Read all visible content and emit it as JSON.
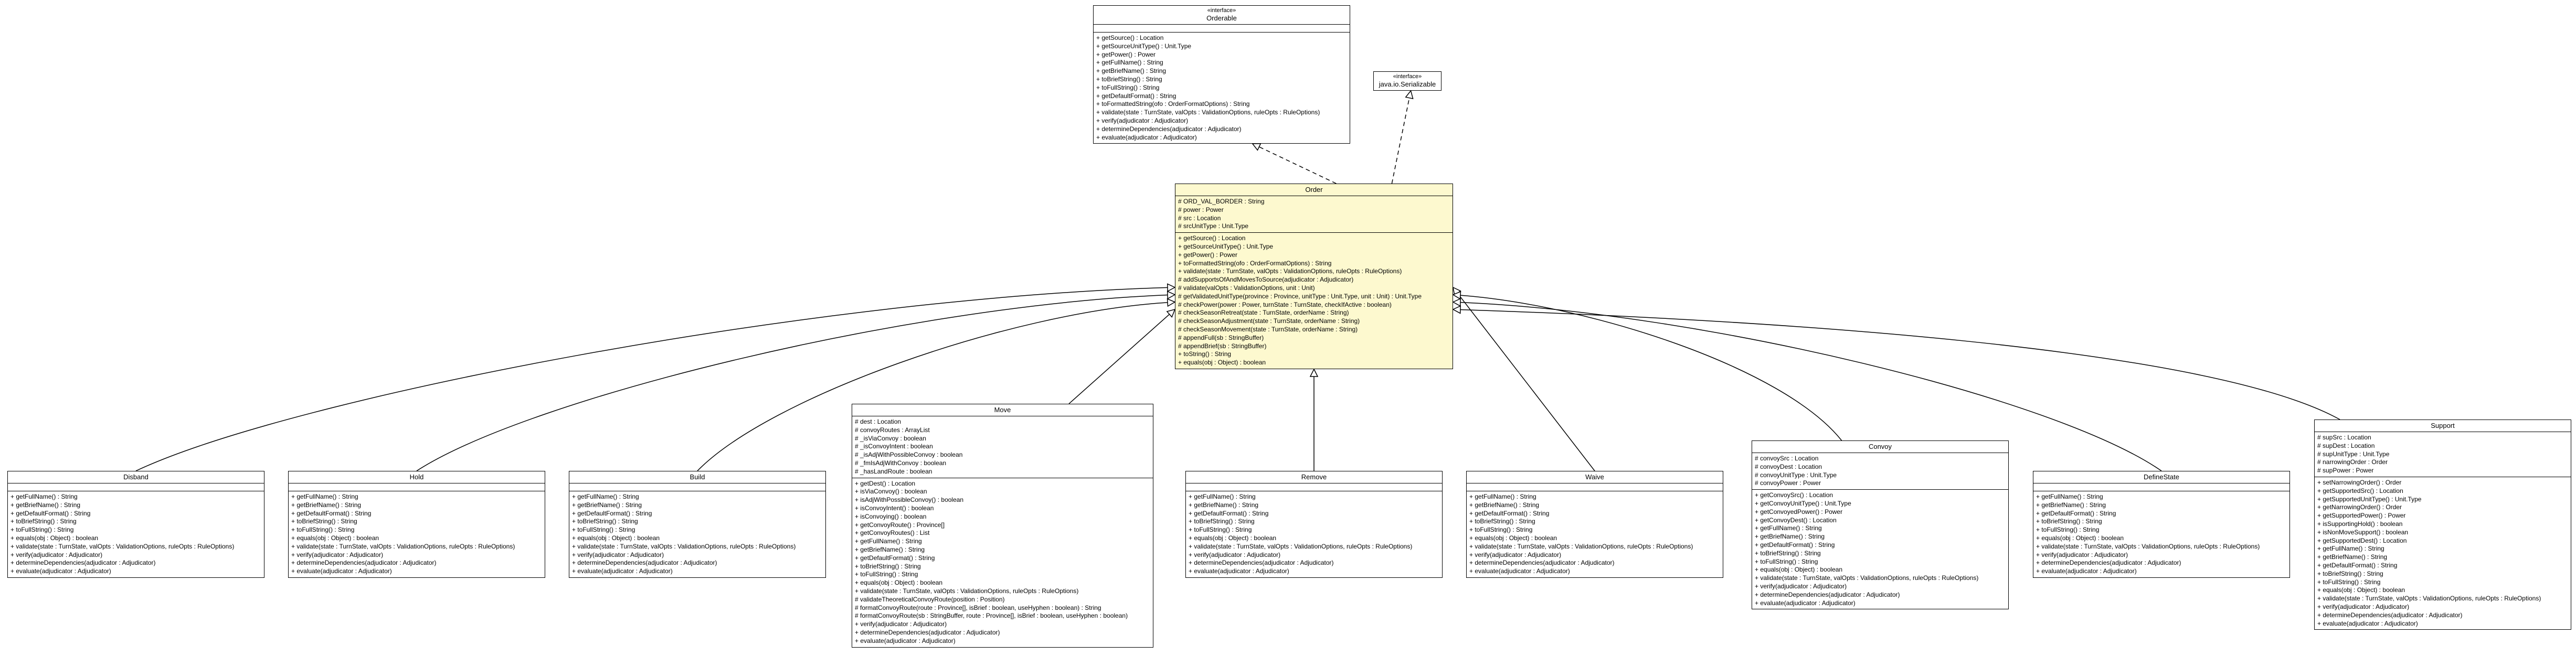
{
  "diagram": {
    "classes": [
      {
        "id": "orderable",
        "stereotype": "«interface»",
        "name": "Orderable",
        "attributes": [],
        "operations": [
          "+ getSource() : Location",
          "+ getSourceUnitType() : Unit.Type",
          "+ getPower() : Power",
          "+ getFullName() : String",
          "+ getBriefName() : String",
          "+ toBriefString() : String",
          "+ toFullString() : String",
          "+ getDefaultFormat() : String",
          "+ toFormattedString(ofo : OrderFormatOptions) : String",
          "+ validate(state : TurnState, valOpts : ValidationOptions, ruleOpts : RuleOptions)",
          "+ verify(adjudicator : Adjudicator)",
          "+ determineDependencies(adjudicator : Adjudicator)",
          "+ evaluate(adjudicator : Adjudicator)"
        ]
      },
      {
        "id": "serializable",
        "stereotype": "«interface»",
        "name": "java.io.Serializable",
        "attributes": null,
        "operations": null
      },
      {
        "id": "order",
        "stereotype": "",
        "name": "Order",
        "attributes": [
          "# ORD_VAL_BORDER : String",
          "# power : Power",
          "# src : Location",
          "# srcUnitType : Unit.Type"
        ],
        "operations": [
          "+ getSource() : Location",
          "+ getSourceUnitType() : Unit.Type",
          "+ getPower() : Power",
          "+ toFormattedString(ofo : OrderFormatOptions) : String",
          "+ validate(state : TurnState, valOpts : ValidationOptions, ruleOpts : RuleOptions)",
          "# addSupportsOfAndMovesToSource(adjudicator : Adjudicator)",
          "# validate(valOpts : ValidationOptions, unit : Unit)",
          "# getValidatedUnitType(province : Province, unitType : Unit.Type, unit : Unit) : Unit.Type",
          "# checkPower(power : Power, turnState : TurnState, checkIfActive : boolean)",
          "# checkSeasonRetreat(state : TurnState, orderName : String)",
          "# checkSeasonAdjustment(state : TurnState, orderName : String)",
          "# checkSeasonMovement(state : TurnState, orderName : String)",
          "# appendFull(sb : StringBuffer)",
          "# appendBrief(sb : StringBuffer)",
          "+ toString() : String",
          "+ equals(obj : Object) : boolean"
        ]
      },
      {
        "id": "disband",
        "stereotype": "",
        "name": "Disband",
        "attributes": [],
        "operations": [
          "+ getFullName() : String",
          "+ getBriefName() : String",
          "+ getDefaultFormat() : String",
          "+ toBriefString() : String",
          "+ toFullString() : String",
          "+ equals(obj : Object) : boolean",
          "+ validate(state : TurnState, valOpts : ValidationOptions, ruleOpts : RuleOptions)",
          "+ verify(adjudicator : Adjudicator)",
          "+ determineDependencies(adjudicator : Adjudicator)",
          "+ evaluate(adjudicator : Adjudicator)"
        ]
      },
      {
        "id": "hold",
        "stereotype": "",
        "name": "Hold",
        "attributes": [],
        "operations": [
          "+ getFullName() : String",
          "+ getBriefName() : String",
          "+ getDefaultFormat() : String",
          "+ toBriefString() : String",
          "+ toFullString() : String",
          "+ equals(obj : Object) : boolean",
          "+ validate(state : TurnState, valOpts : ValidationOptions, ruleOpts : RuleOptions)",
          "+ verify(adjudicator : Adjudicator)",
          "+ determineDependencies(adjudicator : Adjudicator)",
          "+ evaluate(adjudicator : Adjudicator)"
        ]
      },
      {
        "id": "build",
        "stereotype": "",
        "name": "Build",
        "attributes": [],
        "operations": [
          "+ getFullName() : String",
          "+ getBriefName() : String",
          "+ getDefaultFormat() : String",
          "+ toBriefString() : String",
          "+ toFullString() : String",
          "+ equals(obj : Object) : boolean",
          "+ validate(state : TurnState, valOpts : ValidationOptions, ruleOpts : RuleOptions)",
          "+ verify(adjudicator : Adjudicator)",
          "+ determineDependencies(adjudicator : Adjudicator)",
          "+ evaluate(adjudicator : Adjudicator)"
        ]
      },
      {
        "id": "move",
        "stereotype": "",
        "name": "Move",
        "attributes": [
          "# dest : Location",
          "# convoyRoutes : ArrayList",
          "# _isViaConvoy : boolean",
          "# _isConvoyIntent : boolean",
          "# _isAdjWithPossibleConvoy : boolean",
          "# _fmIsAdjWithConvoy : boolean",
          "# _hasLandRoute : boolean"
        ],
        "operations": [
          "+ getDest() : Location",
          "+ isViaConvoy() : boolean",
          "+ isAdjWithPossibleConvoy() : boolean",
          "+ isConvoyIntent() : boolean",
          "+ isConvoying() : boolean",
          "+ getConvoyRoute() : Province[]",
          "+ getConvoyRoutes() : List",
          "+ getFullName() : String",
          "+ getBriefName() : String",
          "+ getDefaultFormat() : String",
          "+ toBriefString() : String",
          "+ toFullString() : String",
          "+ equals(obj : Object) : boolean",
          "+ validate(state : TurnState, valOpts : ValidationOptions, ruleOpts : RuleOptions)",
          "# validateTheoreticalConvoyRoute(position : Position)",
          "# formatConvoyRoute(route : Province[], isBrief : boolean, useHyphen : boolean) : String",
          "# formatConvoyRoute(sb : StringBuffer, route : Province[], isBrief : boolean, useHyphen : boolean)",
          "+ verify(adjudicator : Adjudicator)",
          "+ determineDependencies(adjudicator : Adjudicator)",
          "+ evaluate(adjudicator : Adjudicator)"
        ]
      },
      {
        "id": "remove",
        "stereotype": "",
        "name": "Remove",
        "attributes": [],
        "operations": [
          "+ getFullName() : String",
          "+ getBriefName() : String",
          "+ getDefaultFormat() : String",
          "+ toBriefString() : String",
          "+ toFullString() : String",
          "+ equals(obj : Object) : boolean",
          "+ validate(state : TurnState, valOpts : ValidationOptions, ruleOpts : RuleOptions)",
          "+ verify(adjudicator : Adjudicator)",
          "+ determineDependencies(adjudicator : Adjudicator)",
          "+ evaluate(adjudicator : Adjudicator)"
        ]
      },
      {
        "id": "waive",
        "stereotype": "",
        "name": "Waive",
        "attributes": [],
        "operations": [
          "+ getFullName() : String",
          "+ getBriefName() : String",
          "+ getDefaultFormat() : String",
          "+ toBriefString() : String",
          "+ toFullString() : String",
          "+ equals(obj : Object) : boolean",
          "+ validate(state : TurnState, valOpts : ValidationOptions, ruleOpts : RuleOptions)",
          "+ verify(adjudicator : Adjudicator)",
          "+ determineDependencies(adjudicator : Adjudicator)",
          "+ evaluate(adjudicator : Adjudicator)"
        ]
      },
      {
        "id": "convoy",
        "stereotype": "",
        "name": "Convoy",
        "attributes": [
          "# convoySrc : Location",
          "# convoyDest : Location",
          "# convoyUnitType : Unit.Type",
          "# convoyPower : Power"
        ],
        "operations": [
          "+ getConvoySrc() : Location",
          "+ getConvoyUnitType() : Unit.Type",
          "+ getConvoyedPower() : Power",
          "+ getConvoyDest() : Location",
          "+ getFullName() : String",
          "+ getBriefName() : String",
          "+ getDefaultFormat() : String",
          "+ toBriefString() : String",
          "+ toFullString() : String",
          "+ equals(obj : Object) : boolean",
          "+ validate(state : TurnState, valOpts : ValidationOptions, ruleOpts : RuleOptions)",
          "+ verify(adjudicator : Adjudicator)",
          "+ determineDependencies(adjudicator : Adjudicator)",
          "+ evaluate(adjudicator : Adjudicator)"
        ]
      },
      {
        "id": "definestate",
        "stereotype": "",
        "name": "DefineState",
        "attributes": [],
        "operations": [
          "+ getFullName() : String",
          "+ getBriefName() : String",
          "+ getDefaultFormat() : String",
          "+ toBriefString() : String",
          "+ toFullString() : String",
          "+ equals(obj : Object) : boolean",
          "+ validate(state : TurnState, valOpts : ValidationOptions, ruleOpts : RuleOptions)",
          "+ verify(adjudicator : Adjudicator)",
          "+ determineDependencies(adjudicator : Adjudicator)",
          "+ evaluate(adjudicator : Adjudicator)"
        ]
      },
      {
        "id": "support",
        "stereotype": "",
        "name": "Support",
        "attributes": [
          "# supSrc : Location",
          "# supDest : Location",
          "# supUnitType : Unit.Type",
          "# narrowingOrder : Order",
          "# supPower : Power"
        ],
        "operations": [
          "+ setNarrowingOrder() : Order",
          "+ getSupportedSrc() : Location",
          "+ getSupportedUnitType() : Unit.Type",
          "+ getNarrowingOrder() : Order",
          "+ getSupportedPower() : Power",
          "+ isSupportingHold() : boolean",
          "+ isNonMoveSupport() : boolean",
          "+ getSupportedDest() : Location",
          "+ getFullName() : String",
          "+ getBriefName() : String",
          "+ getDefaultFormat() : String",
          "+ toBriefString() : String",
          "+ toFullString() : String",
          "+ equals(obj : Object) : boolean",
          "+ validate(state : TurnState, valOpts : ValidationOptions, ruleOpts : RuleOptions)",
          "+ verify(adjudicator : Adjudicator)",
          "+ determineDependencies(adjudicator : Adjudicator)",
          "+ evaluate(adjudicator : Adjudicator)"
        ]
      }
    ],
    "relations": [
      {
        "from": "order",
        "to": "orderable",
        "kind": "realization"
      },
      {
        "from": "order",
        "to": "serializable",
        "kind": "realization"
      },
      {
        "from": "disband",
        "to": "order",
        "kind": "generalization"
      },
      {
        "from": "hold",
        "to": "order",
        "kind": "generalization"
      },
      {
        "from": "build",
        "to": "order",
        "kind": "generalization"
      },
      {
        "from": "move",
        "to": "order",
        "kind": "generalization"
      },
      {
        "from": "remove",
        "to": "order",
        "kind": "generalization"
      },
      {
        "from": "waive",
        "to": "order",
        "kind": "generalization"
      },
      {
        "from": "convoy",
        "to": "order",
        "kind": "generalization"
      },
      {
        "from": "definestate",
        "to": "order",
        "kind": "generalization"
      },
      {
        "from": "support",
        "to": "order",
        "kind": "generalization"
      }
    ],
    "colors": {
      "highlight_fill": "#fdf9cf",
      "box_fill": "#ffffff",
      "line": "#000000"
    }
  }
}
